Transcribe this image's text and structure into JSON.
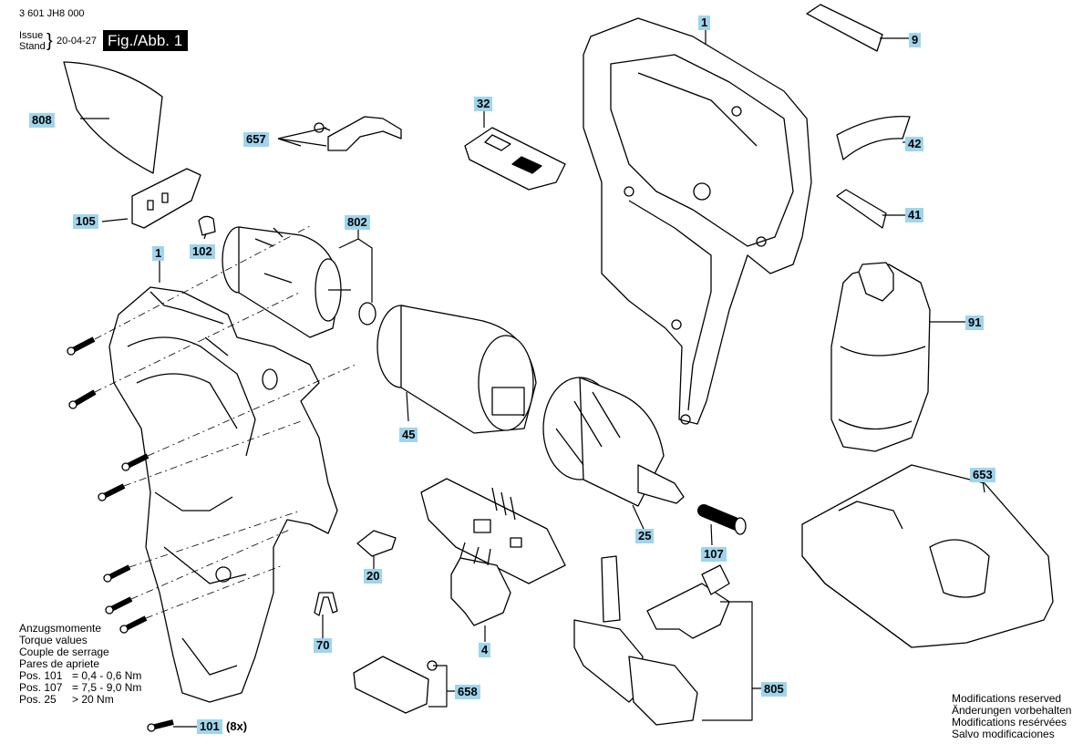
{
  "header": {
    "doc_number": "3 601 JH8 000",
    "issue_label": "Issue",
    "stand_label": "Stand",
    "brace": "}",
    "date": "20-04-27",
    "figure_label": "Fig./Abb. 1"
  },
  "callouts": {
    "p808": "808",
    "p657": "657",
    "p32": "32",
    "p1_housing_right": "1",
    "p9": "9",
    "p42": "42",
    "p41": "41",
    "p105": "105",
    "p102": "102",
    "p802": "802",
    "p1_housing_left": "1",
    "p91": "91",
    "p45": "45",
    "p653": "653",
    "p25": "25",
    "p107": "107",
    "p20": "20",
    "p4": "4",
    "p70": "70",
    "p658": "658",
    "p805": "805",
    "p101": "101"
  },
  "qty_101": "(8x)",
  "torque": {
    "lines": [
      "Anzugsmomente",
      "Torque values",
      "Couple de serrage",
      "Pares de apriete"
    ],
    "rows": [
      {
        "pos": "Pos. 101",
        "value": "= 0,4 - 0,6 Nm"
      },
      {
        "pos": "Pos. 107",
        "value": "= 7,5 - 9,0 Nm"
      },
      {
        "pos": "Pos. 25",
        "value": "> 20 Nm"
      }
    ]
  },
  "modifications": [
    "Modifications reserved",
    "Änderungen vorbehalten",
    "Modifications resérvées",
    "Salvo modificaciones"
  ],
  "colors": {
    "callout_bg": "#9fd5ec",
    "line": "#000000",
    "figure_bg": "#000000"
  },
  "icons": [
    "film-sheet-808",
    "bracket-657",
    "switch-cap-32",
    "housing-half-right",
    "label-9",
    "label-42",
    "label-41",
    "cover-105",
    "cap-102",
    "motor-802",
    "housing-half-left",
    "battery-91",
    "gearbox-45",
    "charger-653",
    "chuck-25",
    "screw-107",
    "slider-20",
    "electronics-board",
    "switch-4",
    "clip-70",
    "led-holder-658",
    "switch-assembly-805",
    "screw-101"
  ]
}
